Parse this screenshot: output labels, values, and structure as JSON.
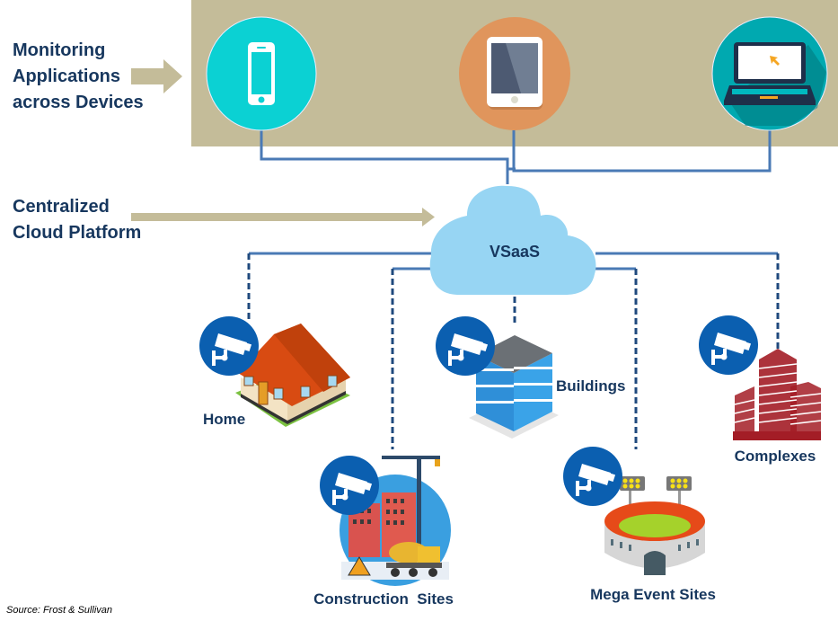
{
  "left_labels": {
    "monitoring": [
      "Monitoring",
      "Applications",
      "across Devices"
    ],
    "cloud_platform": [
      "Centralized",
      "Cloud Platform"
    ]
  },
  "devices": [
    {
      "name": "Smartphone",
      "icon": "smartphone-icon",
      "circle_color": "#0bd1d3"
    },
    {
      "name": "Tablet",
      "icon": "tablet-icon",
      "circle_color": "#e0955c"
    },
    {
      "name": "Laptop",
      "icon": "laptop-icon",
      "circle_color": "#00a9b0"
    }
  ],
  "cloud": {
    "label": "VSaaS",
    "color": "#97d5f3"
  },
  "sites": [
    {
      "label": "Home",
      "icon": "house-icon"
    },
    {
      "label": "Buildings",
      "icon": "office-building-icon"
    },
    {
      "label": "Complexes",
      "icon": "building-complex-icon"
    },
    {
      "label": "Construction  Sites",
      "icon": "construction-site-icon"
    },
    {
      "label": "Mega Event Sites",
      "icon": "stadium-icon"
    }
  ],
  "source": "Source: Frost & Sullivan",
  "colors": {
    "band": "#c4bc99",
    "arrow": "#c4bc99",
    "connector": "#4a7ab5",
    "dashed": "#1f497d",
    "camera_badge": "#0b5fb0",
    "text": "#17375e"
  }
}
